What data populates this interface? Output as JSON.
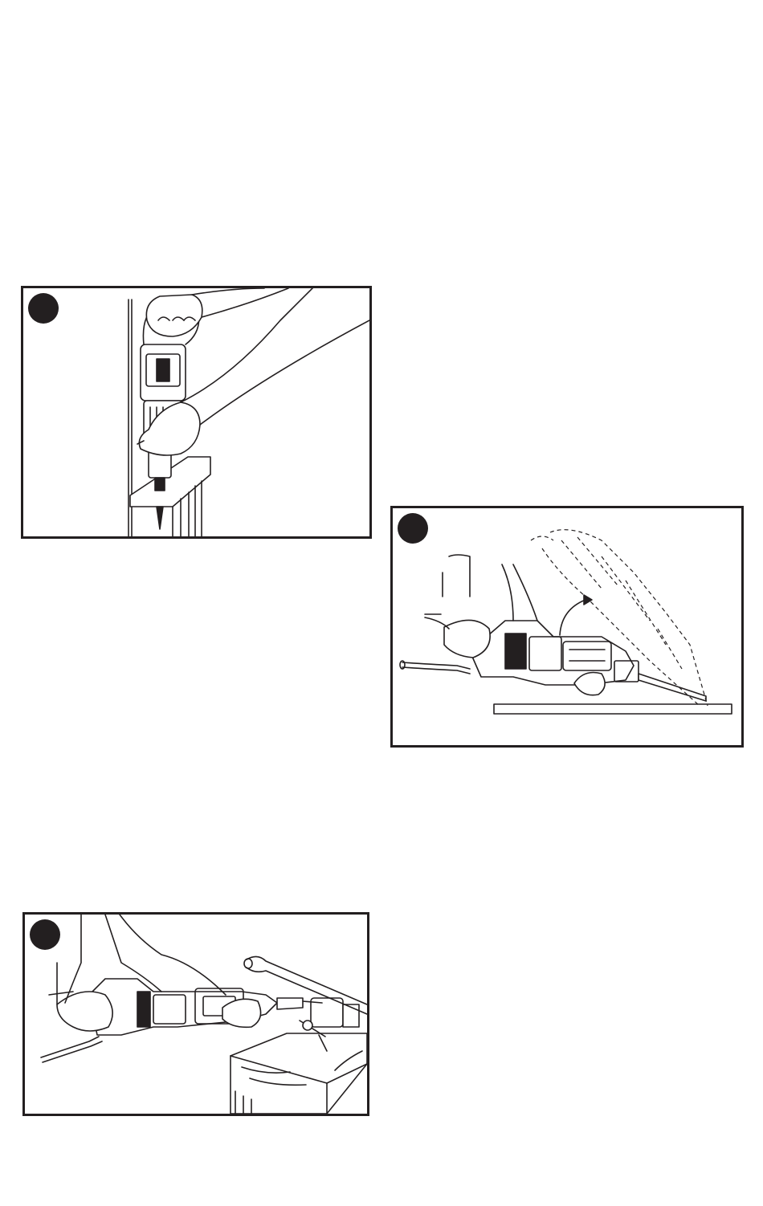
{
  "page": {
    "background": "#ffffff",
    "ink_color": "#231f20"
  },
  "figures": [
    {
      "id": "plunge-cut-illustration",
      "badge_label": "",
      "description_icon": "reciprocating-saw-vertical-plunge-icon"
    },
    {
      "id": "pivot-cut-illustration",
      "badge_label": "",
      "description_icon": "reciprocating-saw-pivot-arc-icon"
    },
    {
      "id": "vise-cut-illustration",
      "badge_label": "",
      "description_icon": "reciprocating-saw-pipe-in-vise-icon"
    }
  ]
}
